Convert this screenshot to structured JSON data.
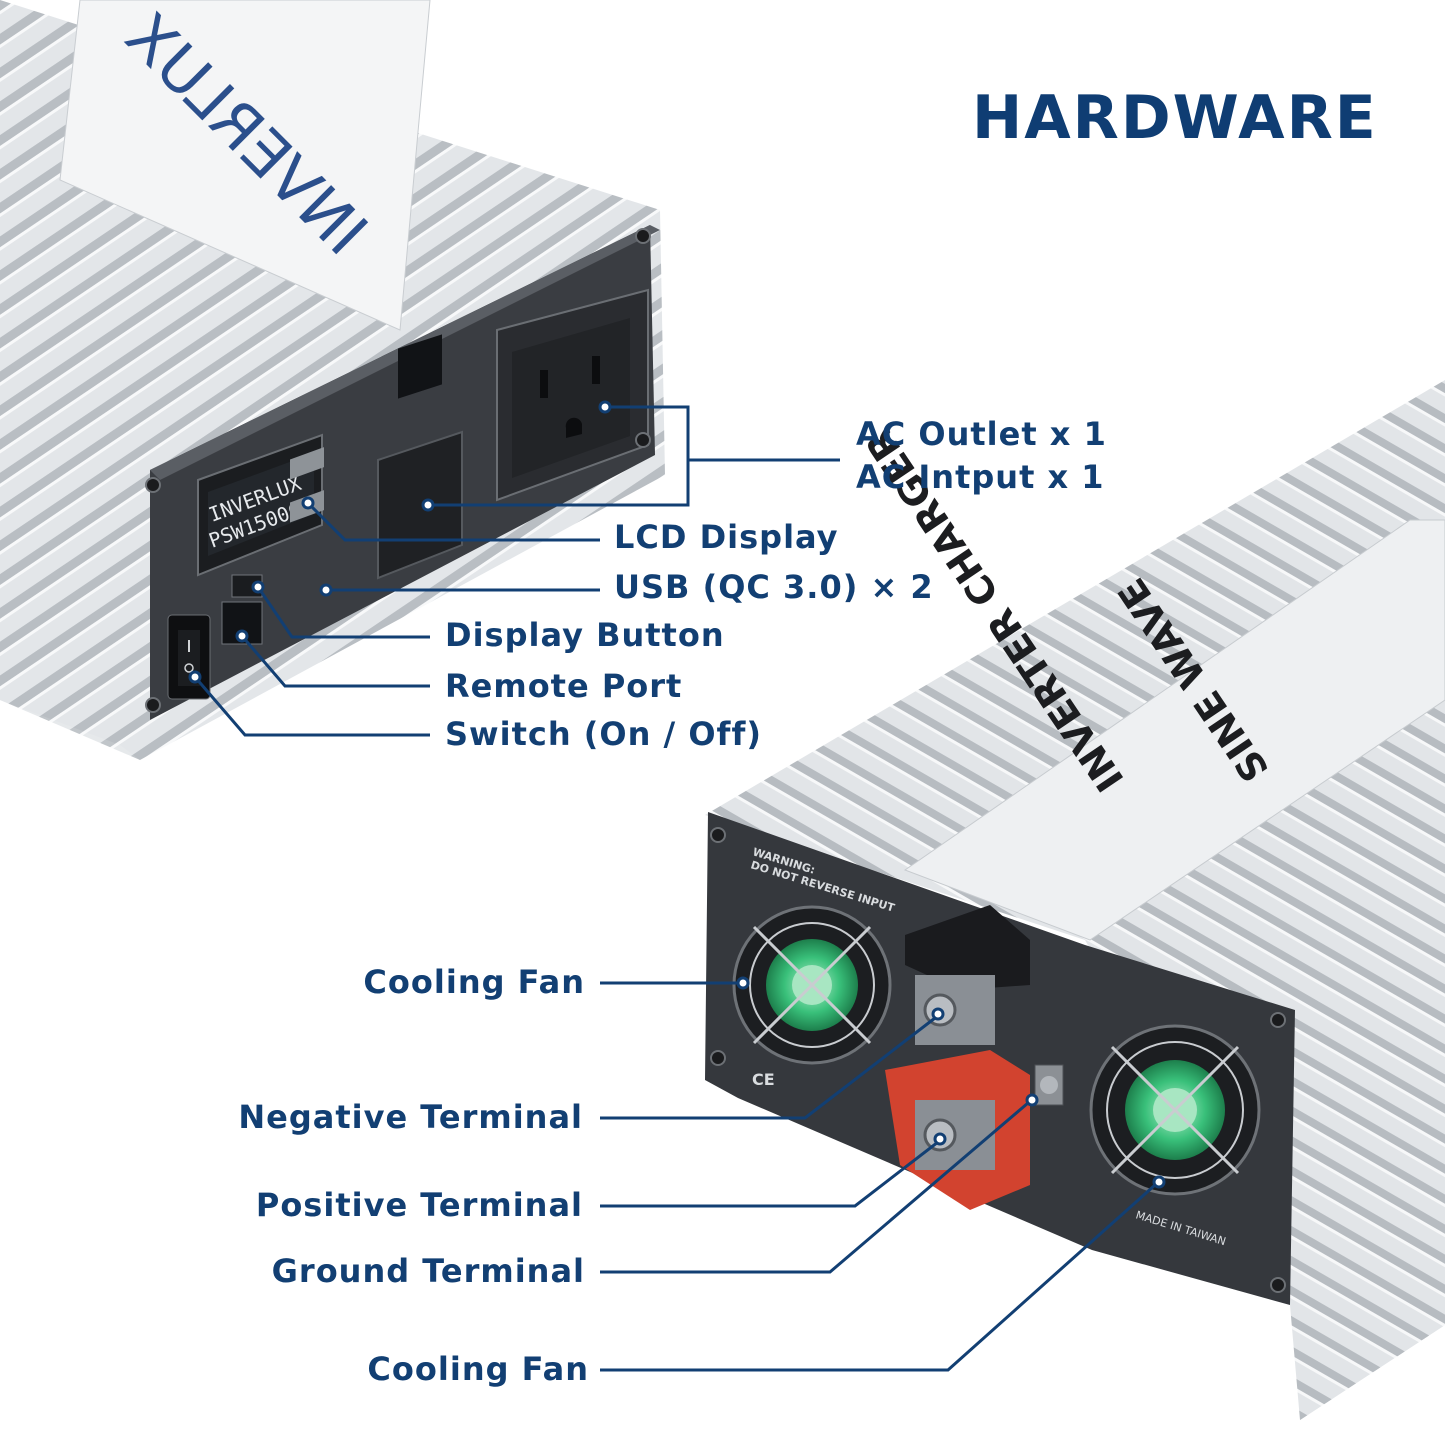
{
  "page": {
    "title": "HARDWARE"
  },
  "device_print": {
    "brand_side": "INVERLUX",
    "lcd_line1": "INVERLUX",
    "lcd_line2": "PSW1500C",
    "side_line1": "INVERTER CHARGER",
    "side_line2": "SINE WAVE",
    "warning_line1": "WARNING:",
    "warning_line2": "DO NOT REVERSE INPUT",
    "made_in": "MADE IN TAIWAN",
    "ce_mark": "CE"
  },
  "top_callouts": {
    "ac_outlet": "AC Outlet x 1",
    "ac_input": "AC Intput x 1",
    "lcd_display": "LCD Display",
    "usb": "USB (QC 3.0) × 2",
    "display_button": "Display Button",
    "remote_port": "Remote Port",
    "switch": "Switch (On / Off)"
  },
  "bottom_callouts": {
    "cooling_fan_1": "Cooling Fan",
    "negative_terminal": "Negative Terminal",
    "positive_terminal": "Positive Terminal",
    "ground_terminal": "Ground Terminal",
    "cooling_fan_2": "Cooling Fan"
  },
  "colors": {
    "label_text": "#123f73",
    "leader_line": "#123f73",
    "aluminium": "#d8dbde",
    "panel": "#3a3d42",
    "fan_green": "#39c07a",
    "terminal_red": "#d2432f"
  }
}
